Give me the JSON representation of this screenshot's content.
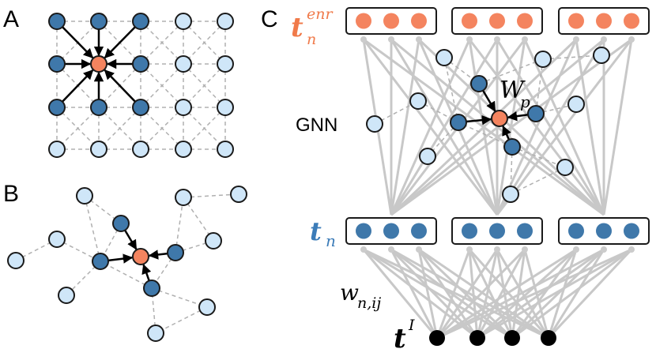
{
  "panels": {
    "a": {
      "label": "A"
    },
    "b": {
      "label": "B"
    },
    "c": {
      "label": "C",
      "gnn_label": "GNN"
    }
  },
  "math_labels": {
    "t_enr": {
      "base": "t",
      "sub": "n",
      "sup": "enr"
    },
    "t_n": {
      "base": "t",
      "sub": "n"
    },
    "w_p": {
      "base": "W",
      "sub": "p"
    },
    "w_nij": {
      "base": "w",
      "sub": "n,ij"
    },
    "t_i": {
      "base": "t",
      "sup": "I"
    }
  },
  "colors": {
    "orange": "#F4845F",
    "orange_stroke": "#c94a23",
    "dark_blue": "#3F78AA",
    "light_blue": "#CFE6F8",
    "edge_gray": "#c8c8c8",
    "dash_gray": "#b0b0b0",
    "t_enr_label": "#F07A4A",
    "t_n_label": "#3C7CB8",
    "black": "#000000"
  },
  "groups": {
    "enr_groups": 3,
    "tn_groups": 3,
    "dots_per_group": 3,
    "input_nodes": 4
  }
}
